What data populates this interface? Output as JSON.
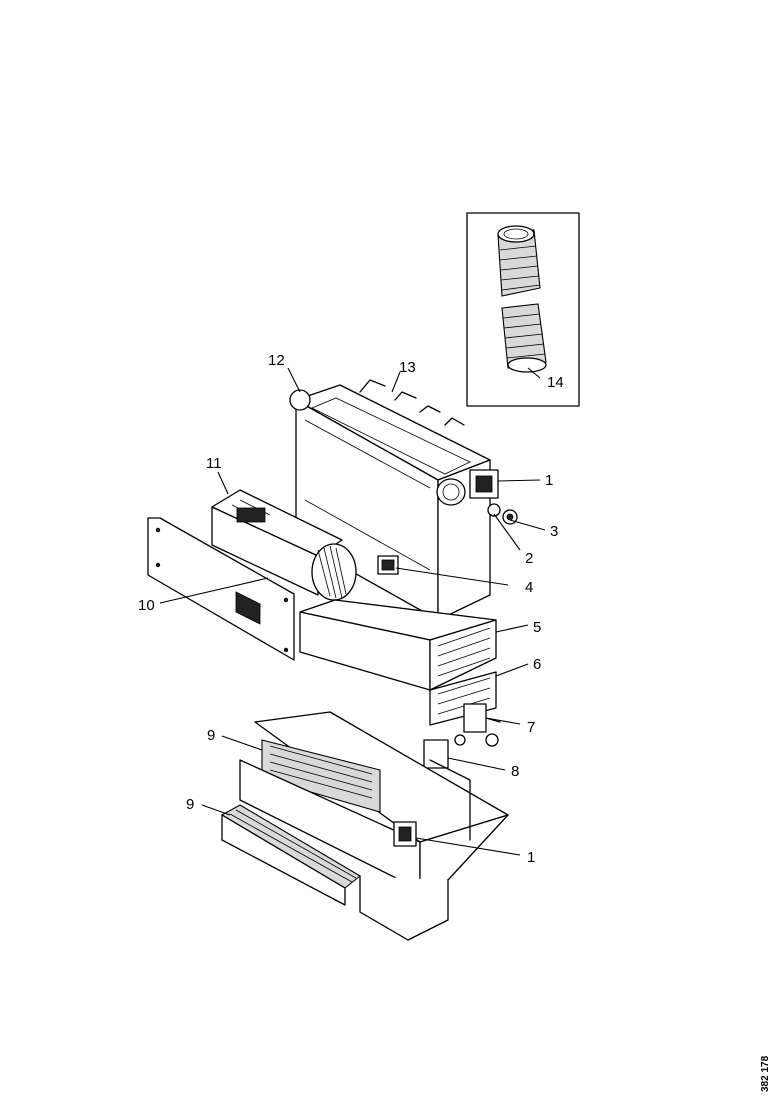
{
  "diagram": {
    "reference_number": "382 178",
    "callouts": [
      {
        "id": "c-14",
        "label": "14"
      },
      {
        "id": "c-12",
        "label": "12"
      },
      {
        "id": "c-13",
        "label": "13"
      },
      {
        "id": "c-11",
        "label": "11"
      },
      {
        "id": "c-1a",
        "label": "1"
      },
      {
        "id": "c-3",
        "label": "3"
      },
      {
        "id": "c-2",
        "label": "2"
      },
      {
        "id": "c-4",
        "label": "4"
      },
      {
        "id": "c-10",
        "label": "10"
      },
      {
        "id": "c-5",
        "label": "5"
      },
      {
        "id": "c-6",
        "label": "6"
      },
      {
        "id": "c-7",
        "label": "7"
      },
      {
        "id": "c-9a",
        "label": "9"
      },
      {
        "id": "c-8",
        "label": "8"
      },
      {
        "id": "c-9b",
        "label": "9"
      },
      {
        "id": "c-1b",
        "label": "1"
      }
    ]
  }
}
